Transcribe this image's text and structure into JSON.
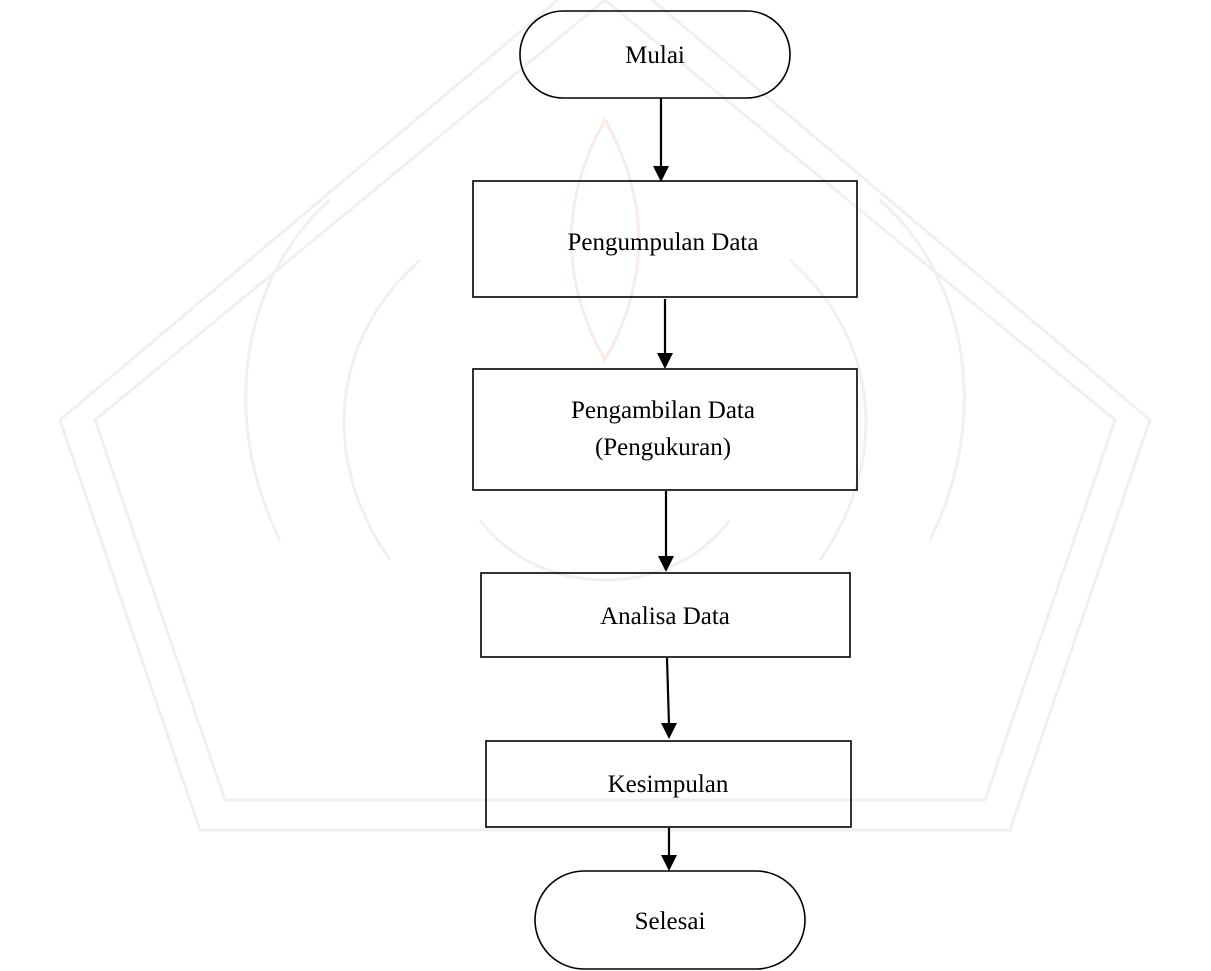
{
  "flowchart": {
    "start": "Mulai",
    "steps": [
      "Pengumpulan Data",
      [
        "Pengambilan Data",
        "(Pengukuran)"
      ],
      "Analisa Data",
      "Kesimpulan"
    ],
    "end": "Selesai"
  },
  "colors": {
    "stroke": "#000000",
    "background": "#ffffff",
    "watermark": "#c8ccd4",
    "watermark_accent": "#e8b8b0"
  }
}
